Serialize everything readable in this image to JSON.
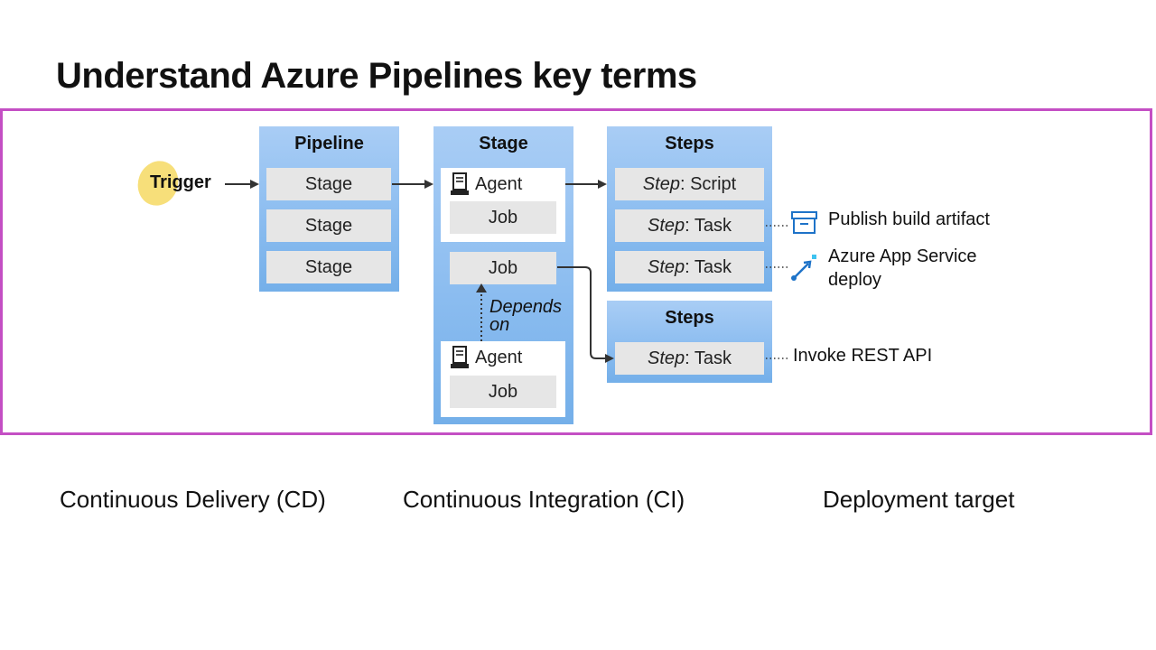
{
  "title": "Understand Azure Pipelines key terms",
  "trigger": "Trigger",
  "pipeline": {
    "title": "Pipeline",
    "stages": [
      "Stage",
      "Stage",
      "Stage"
    ]
  },
  "stage": {
    "title": "Stage",
    "agent1": "Agent",
    "job1": "Job",
    "job2": "Job",
    "depends_line1": "Depends",
    "depends_line2": "on",
    "agent2": "Agent",
    "job3": "Job"
  },
  "steps1": {
    "title": "Steps",
    "step_prefix": "Step",
    "items": [
      ": Script",
      ": Task",
      ": Task"
    ]
  },
  "steps2": {
    "title": "Steps",
    "step_prefix": "Step",
    "items": [
      ": Task"
    ]
  },
  "targets": {
    "publish": "Publish build artifact",
    "azure_line1": "Azure App Service",
    "azure_line2": "deploy",
    "rest": "Invoke REST API"
  },
  "bottom_labels": {
    "cd": "Continuous Delivery (CD)",
    "ci": "Continuous Integration (CI)",
    "target": "Deployment target"
  },
  "colors": {
    "frame": "#c44fc4",
    "panel": "#8cbdf0",
    "trigger_highlight": "#f7df7a",
    "azure_icon": "#1e73c8"
  }
}
